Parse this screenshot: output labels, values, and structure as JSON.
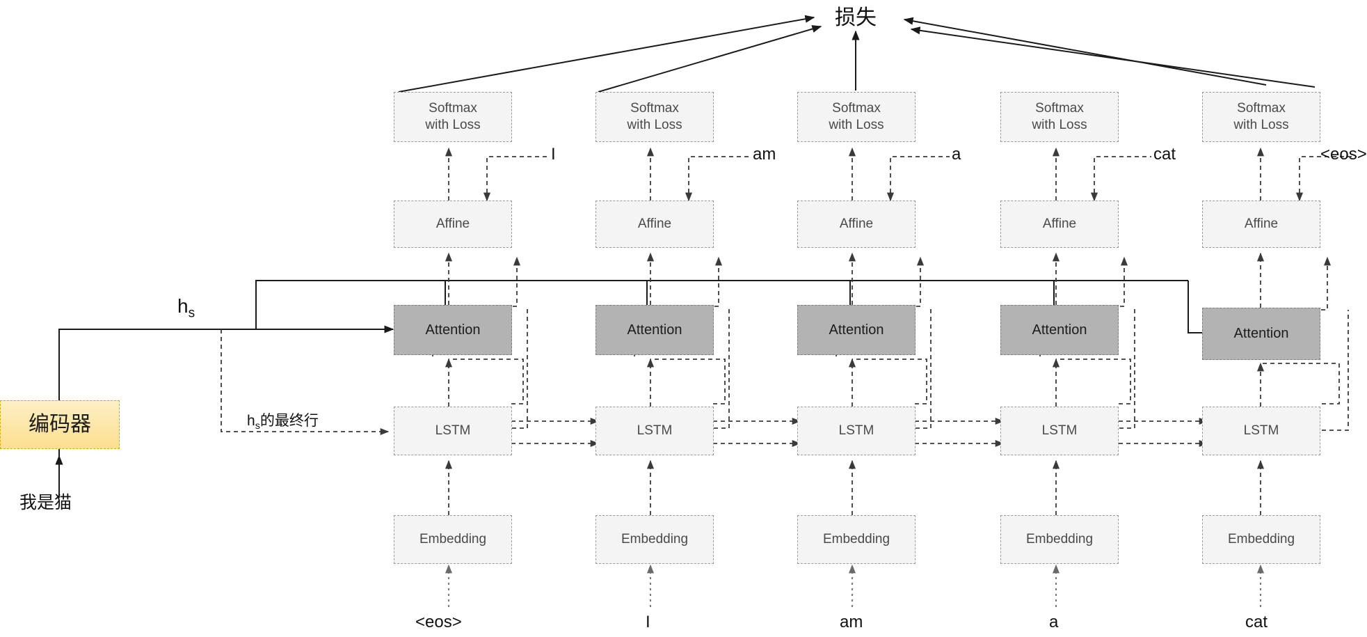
{
  "diagram": {
    "title_label": "损失",
    "encoder": {
      "label": "编码器",
      "input_label": "我是猫"
    },
    "hs_label": "h",
    "hs_sub": "s",
    "hs_final_row_label": "的最终行",
    "row_labels": {
      "softmax": "Softmax\nwith Loss",
      "softmax_line1": "Softmax",
      "softmax_line2": "with Loss",
      "affine": "Affine",
      "attention": "Attention",
      "lstm": "LSTM",
      "embedding": "Embedding"
    },
    "columns": [
      {
        "index": 1,
        "teacher_label": "I",
        "input_label": "<eos>"
      },
      {
        "index": 2,
        "teacher_label": "am",
        "input_label": "I"
      },
      {
        "index": 3,
        "teacher_label": "a",
        "input_label": "am"
      },
      {
        "index": 4,
        "teacher_label": "cat",
        "input_label": "a"
      },
      {
        "index": 5,
        "teacher_label": "<eos>",
        "input_label": "cat"
      }
    ],
    "colors": {
      "attention_fill": "#b3b3b3",
      "block_fill": "#f4f4f4",
      "encoder_fill": "#fbdf8f",
      "encoder_border": "#d9a900",
      "wire": "#1a1a1a",
      "dashed_wire": "#3a3a3a"
    }
  }
}
